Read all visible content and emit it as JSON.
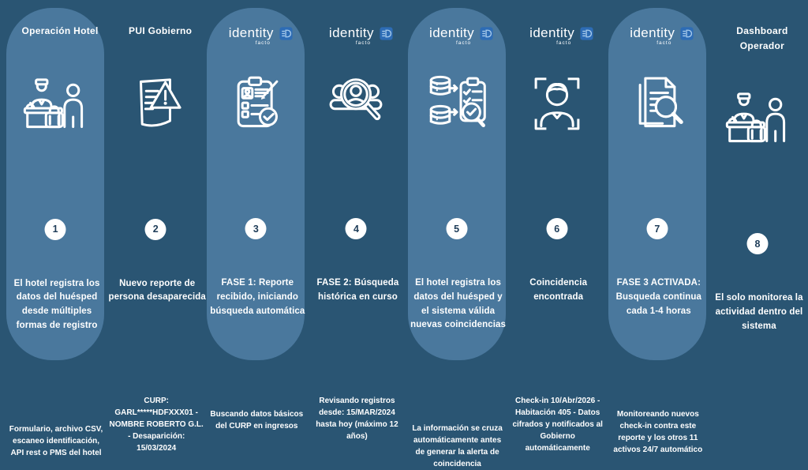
{
  "page": {
    "background_color": "#2a5573",
    "panel_color": "#4a789d",
    "badge_color": "#2d6cb5",
    "number_circle_text_color": "#1e3c58"
  },
  "brand": {
    "name": "identity",
    "sub": "facto",
    "badge_glyph": "ID"
  },
  "steps": [
    {
      "number": "1",
      "title": "Operación Hotel",
      "icon": "hotel-reception",
      "bold_text": "El hotel registra los datos del huésped desde múltiples formas de registro",
      "detail_text": "Formulario, archivo CSV, escaneo identificación, API rest o PMS del hotel"
    },
    {
      "number": "2",
      "title": "PUI Gobierno",
      "icon": "missing-person-report",
      "bold_text": "Nuevo reporte de persona desaparecida",
      "detail_text": "CURP: GARL*****HDFXXX01 - NOMBRE ROBERTO G.L. - Desaparición: 15/03/2024"
    },
    {
      "number": "3",
      "title": "",
      "icon": "clipboard-check",
      "bold_text": "FASE 1: Reporte recibido, iniciando búsqueda automática",
      "detail_text": "Buscando datos básicos del CURP en ingresos"
    },
    {
      "number": "4",
      "title": "",
      "icon": "people-search",
      "bold_text": "FASE 2: Búsqueda histórica en curso",
      "detail_text": "Revisando registros desde: 15/MAR/2024 hasta hoy (máximo 12 años)"
    },
    {
      "number": "5",
      "title": "",
      "icon": "database-validation",
      "bold_text": "El hotel registra los datos del huésped y el sistema válida nuevas coincidencias",
      "detail_text": "La información se cruza automáticamente antes de generar la alerta de coincidencia"
    },
    {
      "number": "6",
      "title": "",
      "icon": "face-scan",
      "bold_text": "Coincidencia encontrada",
      "detail_text": "Check-in 10/Abr/2026 - Habitación 405 - Datos cifrados y notificados al Gobierno automáticamente"
    },
    {
      "number": "7",
      "title": "",
      "icon": "document-search",
      "bold_text": "FASE 3 ACTIVADA: Busqueda continua cada 1-4 horas",
      "detail_text": "Monitoreando nuevos check-in contra este reporte y los otros 11 activos 24/7 automático"
    },
    {
      "number": "8",
      "title": "Dashboard Operador",
      "icon": "hotel-reception",
      "bold_text": "El solo monitorea la actividad dentro del sistema",
      "detail_text": ""
    }
  ]
}
